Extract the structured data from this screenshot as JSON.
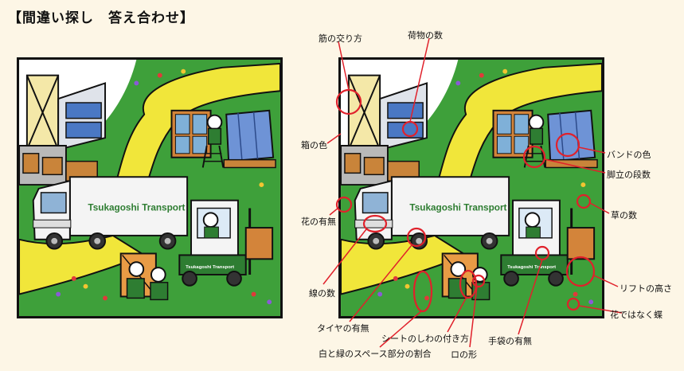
{
  "title": "【間違い探し　答え合わせ】",
  "truck_text": "Tsukagoshi Transport",
  "forklift_text": "Tsukagoshi Transport",
  "colors": {
    "grass": "#3ea03a",
    "road": "#f1e63a",
    "circle": "#e0212b",
    "truck_cab": "#f4f4f4"
  },
  "annotations": [
    {
      "id": "lines",
      "label": "筋の交り方"
    },
    {
      "id": "cargo",
      "label": "荷物の数"
    },
    {
      "id": "box",
      "label": "箱の色"
    },
    {
      "id": "band",
      "label": "バンドの色"
    },
    {
      "id": "ladder",
      "label": "脚立の段数"
    },
    {
      "id": "flower",
      "label": "花の有無"
    },
    {
      "id": "grass",
      "label": "草の数"
    },
    {
      "id": "wire",
      "label": "線の数"
    },
    {
      "id": "lift",
      "label": "リフトの高さ"
    },
    {
      "id": "butterfly",
      "label": "花ではなく蝶"
    },
    {
      "id": "tire",
      "label": "タイヤの有無"
    },
    {
      "id": "sheet",
      "label": "シートのしわの付き方"
    },
    {
      "id": "glove",
      "label": "手袋の有無"
    },
    {
      "id": "ratio",
      "label": "白と緑のスペース部分の割合"
    },
    {
      "id": "mouth",
      "label": "ロの形"
    }
  ]
}
